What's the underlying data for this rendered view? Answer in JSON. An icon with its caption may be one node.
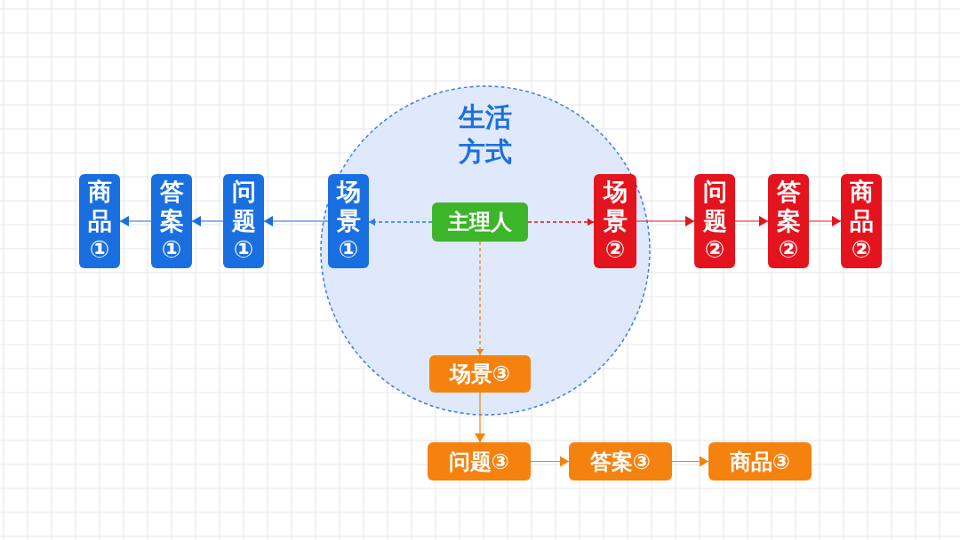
{
  "diagram": {
    "nodes": [
      {
        "text": [
          "生活方式"
        ]
      },
      {
        "text": [
          "主理人"
        ],
        "in": 0
      },
      {
        "text": [
          "场景①"
        ],
        "in": 0
      },
      {
        "text": [
          "问题①"
        ]
      },
      {
        "text": [
          "答案①"
        ]
      },
      {
        "text": [
          "商品①"
        ]
      },
      {
        "text": [
          "场景②"
        ],
        "in": 0
      },
      {
        "text": [
          "问题②"
        ]
      },
      {
        "text": [
          "答案②"
        ]
      },
      {
        "text": [
          "商品②"
        ]
      },
      {
        "text": [
          "场景③"
        ],
        "in": 0
      },
      {
        "text": [
          "问题③"
        ]
      },
      {
        "text": [
          "答案③"
        ]
      },
      {
        "text": [
          "商品③"
        ]
      }
    ],
    "edges": [
      {
        "from": 1,
        "to": 2,
        "arrow": "to",
        "style": "dashed",
        "color": "#2f78e4"
      },
      {
        "from": 1,
        "to": 6,
        "arrow": "to",
        "style": "dashed",
        "color": "#e4141e"
      },
      {
        "from": 1,
        "to": 10,
        "arrow": "to",
        "style": "dashed",
        "color": "#f5820f"
      },
      {
        "from": 2,
        "to": 3,
        "arrow": "to",
        "color": "#1a6fe0"
      },
      {
        "from": 3,
        "to": 4,
        "arrow": "to",
        "color": "#1a6fe0"
      },
      {
        "from": 4,
        "to": 5,
        "arrow": "to",
        "color": "#1a6fe0"
      },
      {
        "from": 6,
        "to": 7,
        "arrow": "to",
        "color": "#e4141e"
      },
      {
        "from": 7,
        "to": 8,
        "arrow": "to",
        "color": "#e4141e"
      },
      {
        "from": 8,
        "to": 9,
        "arrow": "to",
        "color": "#e4141e"
      },
      {
        "from": 10,
        "to": 11,
        "arrow": "to",
        "color": "#f5820f"
      },
      {
        "from": 11,
        "to": 12,
        "arrow": "to",
        "color": "#f5820f"
      },
      {
        "from": 12,
        "to": 13,
        "arrow": "to",
        "color": "#f5820f"
      }
    ]
  }
}
